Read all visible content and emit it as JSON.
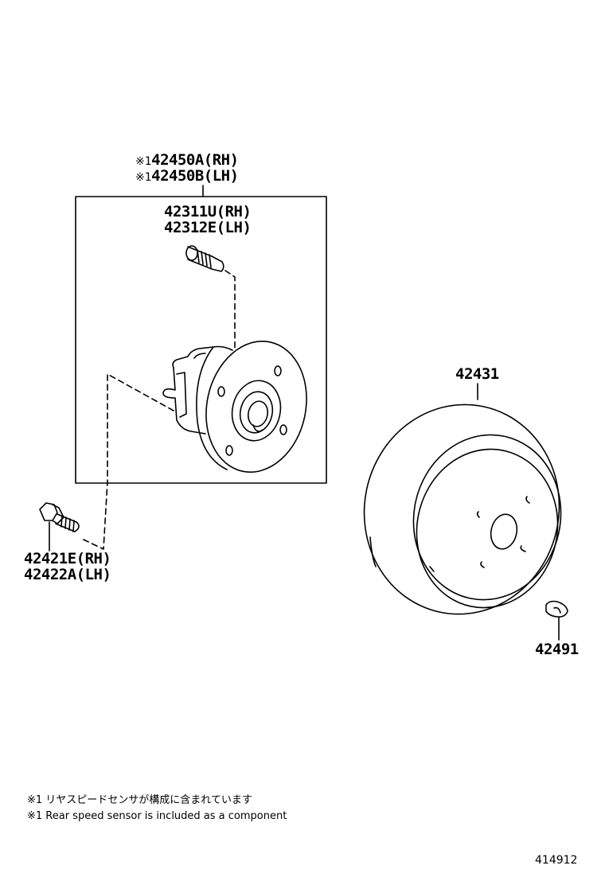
{
  "callouts": {
    "hub_assy": {
      "mark": "※1",
      "line1": "42450A(RH)",
      "line2": "42450B(LH)"
    },
    "hub_bolt": {
      "line1": "42311U(RH)",
      "line2": "42312E(LH)"
    },
    "hub_set_bolt": {
      "line1": "42421E(RH)",
      "line2": "42422A(LH)"
    },
    "disc": "42431",
    "plug": "42491"
  },
  "notes": {
    "jp": "※1 リヤスピードセンサが構成に含まれています",
    "en": "※1 Rear speed sensor is included as a component"
  },
  "illustration_number": "414912"
}
